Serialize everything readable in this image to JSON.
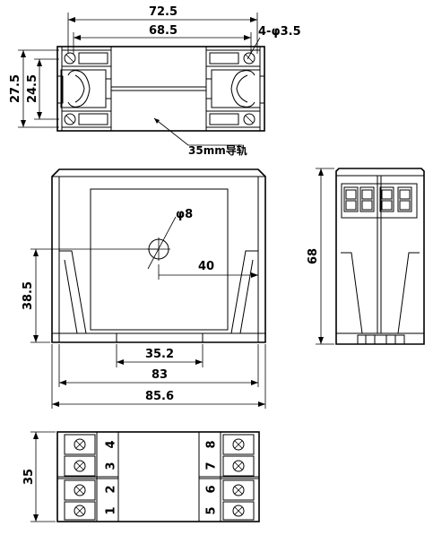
{
  "top_view": {
    "dim_overall": "72.5",
    "dim_inner": "68.5",
    "dim_holes": "4-φ3.5",
    "dim_height_outer": "27.5",
    "dim_height_inner": "24.5",
    "rail_label": "35mm导轨"
  },
  "front_view": {
    "dim_hole_dia": "φ8",
    "dim_hole_offset": "40",
    "dim_height": "38.5",
    "dim_foot": "35.2",
    "dim_width_inner": "83",
    "dim_width_outer": "85.6"
  },
  "side_view": {
    "dim_height": "68"
  },
  "terminal_view": {
    "dim_height": "35",
    "left_numbers": [
      "4",
      "3",
      "2",
      "1"
    ],
    "right_numbers": [
      "8",
      "7",
      "6",
      "5"
    ]
  }
}
